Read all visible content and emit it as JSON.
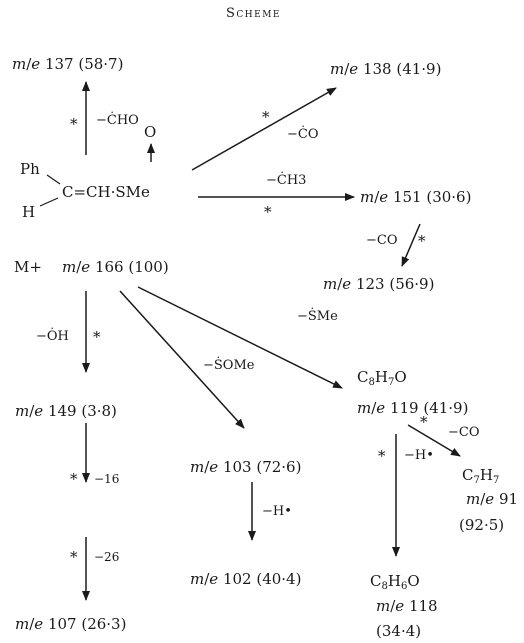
{
  "title": "Scheme",
  "molecule": {
    "ph": "Ph",
    "h": "H",
    "core": "C=CH·SMe",
    "oxygen": "O"
  },
  "nodes": {
    "m137": "m/e 137 (58·7)",
    "m138": "m/e 138 (41·9)",
    "m151": "m/e 151 (30·6)",
    "m123": "m/e 123 (56·9)",
    "mplus_symbol": "M+",
    "m166": "m/e 166 (100)",
    "c8h7o": "C8H7O",
    "m119": "m/e 119 (41·9)",
    "m149": "m/e 149 (3·8)",
    "m103": "m/e 103 (72·6)",
    "c7h7": "C7H7",
    "m91": "m/e 91",
    "m91_int": "(92·5)",
    "m102": "m/e 102 (40·4)",
    "c8h6o": "C8H6O",
    "m118": "m/e 118",
    "m118_int": "(34·4)",
    "m107": "m/e 107 (26·3)"
  },
  "edges": {
    "e_cho": "−ĊHO",
    "e_co_138": "−ĊO",
    "e_ch3": "−ĊH3",
    "e_co_123": "−CO",
    "e_sme": "−ṠMe",
    "e_oh": "−ȮH",
    "e_some": "−ṠOMe",
    "e_co_91": "−CO",
    "e_h_118": "−H•",
    "e_16": "−16",
    "e_h_102": "−H•",
    "e_26": "−26"
  },
  "metastable": "*"
}
